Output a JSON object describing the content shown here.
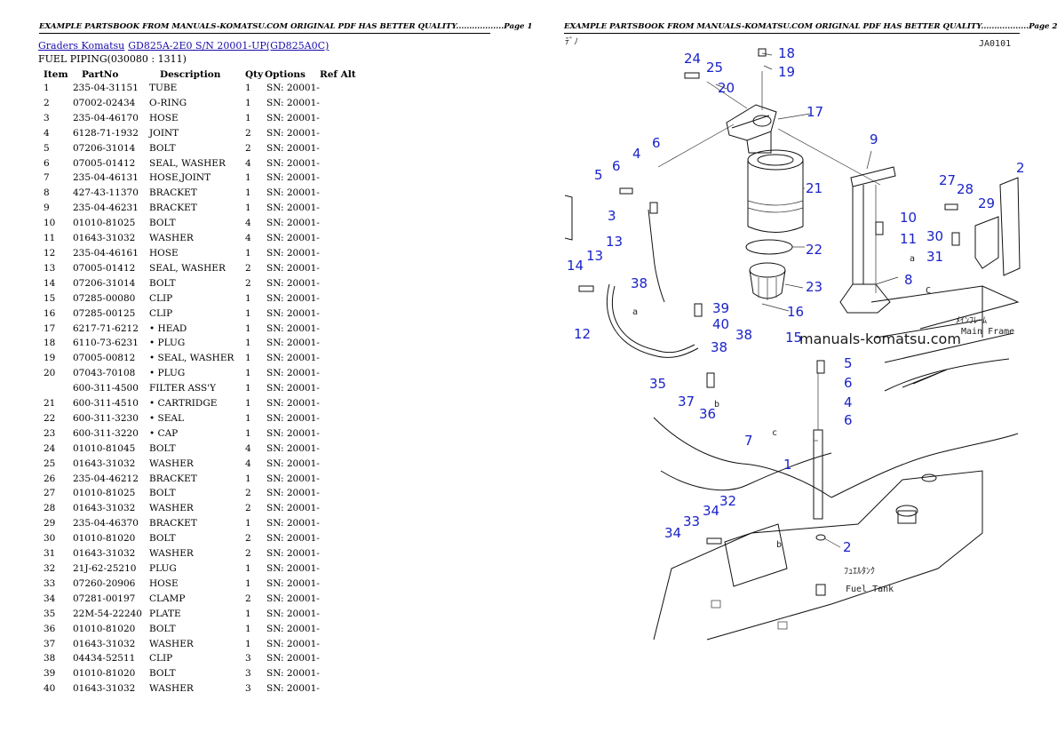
{
  "pages": [
    {
      "header": "EXAMPLE PARTSBOOK FROM MANUALS-KOMATSU.COM ORIGINAL PDF HAS BETTER QUALITY..................Page 1"
    },
    {
      "header": "EXAMPLE PARTSBOOK FROM MANUALS-KOMATSU.COM ORIGINAL PDF HAS BETTER QUALITY..................Page 2"
    }
  ],
  "breadcrumb": {
    "link1": "Graders Komatsu",
    "link2": "GD825A-2E0 S/N 20001-UP(GD825A0C)"
  },
  "section_title": "FUEL PIPING(030080 : 1311)",
  "table": {
    "headers": [
      "Item",
      "PartNo",
      "Description",
      "Qty",
      "Options",
      "Ref Alt"
    ],
    "rows": [
      [
        "1",
        "235-04-31151",
        "TUBE",
        "1",
        "SN: 20001-",
        ""
      ],
      [
        "2",
        "07002-02434",
        "O-RING",
        "1",
        "SN: 20001-",
        ""
      ],
      [
        "3",
        "235-04-46170",
        "HOSE",
        "1",
        "SN: 20001-",
        ""
      ],
      [
        "4",
        "6128-71-1932",
        "JOINT",
        "2",
        "SN: 20001-",
        ""
      ],
      [
        "5",
        "07206-31014",
        "BOLT",
        "2",
        "SN: 20001-",
        ""
      ],
      [
        "6",
        "07005-01412",
        "SEAL, WASHER",
        "4",
        "SN: 20001-",
        ""
      ],
      [
        "7",
        "235-04-46131",
        "HOSE,JOINT",
        "1",
        "SN: 20001-",
        ""
      ],
      [
        "8",
        "427-43-11370",
        "BRACKET",
        "1",
        "SN: 20001-",
        ""
      ],
      [
        "9",
        "235-04-46231",
        "BRACKET",
        "1",
        "SN: 20001-",
        ""
      ],
      [
        "10",
        "01010-81025",
        "BOLT",
        "4",
        "SN: 20001-",
        ""
      ],
      [
        "11",
        "01643-31032",
        "WASHER",
        "4",
        "SN: 20001-",
        ""
      ],
      [
        "12",
        "235-04-46161",
        "HOSE",
        "1",
        "SN: 20001-",
        ""
      ],
      [
        "13",
        "07005-01412",
        "SEAL, WASHER",
        "2",
        "SN: 20001-",
        ""
      ],
      [
        "14",
        "07206-31014",
        "BOLT",
        "2",
        "SN: 20001-",
        ""
      ],
      [
        "15",
        "07285-00080",
        "CLIP",
        "1",
        "SN: 20001-",
        ""
      ],
      [
        "16",
        "07285-00125",
        "CLIP",
        "1",
        "SN: 20001-",
        ""
      ],
      [
        "17",
        "6217-71-6212",
        "• HEAD",
        "1",
        "SN: 20001-",
        ""
      ],
      [
        "18",
        "6110-73-6231",
        "• PLUG",
        "1",
        "SN: 20001-",
        ""
      ],
      [
        "19",
        "07005-00812",
        "• SEAL, WASHER",
        "1",
        "SN: 20001-",
        ""
      ],
      [
        "20",
        "07043-70108",
        "• PLUG",
        "1",
        "SN: 20001-",
        ""
      ],
      [
        "",
        "600-311-4500",
        "FILTER ASS'Y",
        "1",
        "SN: 20001-",
        ""
      ],
      [
        "21",
        "600-311-4510",
        "• CARTRIDGE",
        "1",
        "SN: 20001-",
        ""
      ],
      [
        "22",
        "600-311-3230",
        "• SEAL",
        "1",
        "SN: 20001-",
        ""
      ],
      [
        "23",
        "600-311-3220",
        "• CAP",
        "1",
        "SN: 20001-",
        ""
      ],
      [
        "24",
        "01010-81045",
        "BOLT",
        "4",
        "SN: 20001-",
        ""
      ],
      [
        "25",
        "01643-31032",
        "WASHER",
        "4",
        "SN: 20001-",
        ""
      ],
      [
        "26",
        "235-04-46212",
        "BRACKET",
        "1",
        "SN: 20001-",
        ""
      ],
      [
        "27",
        "01010-81025",
        "BOLT",
        "2",
        "SN: 20001-",
        ""
      ],
      [
        "28",
        "01643-31032",
        "WASHER",
        "2",
        "SN: 20001-",
        ""
      ],
      [
        "29",
        "235-04-46370",
        "BRACKET",
        "1",
        "SN: 20001-",
        ""
      ],
      [
        "30",
        "01010-81020",
        "BOLT",
        "2",
        "SN: 20001-",
        ""
      ],
      [
        "31",
        "01643-31032",
        "WASHER",
        "2",
        "SN: 20001-",
        ""
      ],
      [
        "32",
        "21J-62-25210",
        "PLUG",
        "1",
        "SN: 20001-",
        ""
      ],
      [
        "33",
        "07260-20906",
        "HOSE",
        "1",
        "SN: 20001-",
        ""
      ],
      [
        "34",
        "07281-00197",
        "CLAMP",
        "2",
        "SN: 20001-",
        ""
      ],
      [
        "35",
        "22M-54-22240",
        "PLATE",
        "1",
        "SN: 20001-",
        ""
      ],
      [
        "36",
        "01010-81020",
        "BOLT",
        "1",
        "SN: 20001-",
        ""
      ],
      [
        "37",
        "01643-31032",
        "WASHER",
        "1",
        "SN: 20001-",
        ""
      ],
      [
        "38",
        "04434-52511",
        "CLIP",
        "3",
        "SN: 20001-",
        ""
      ],
      [
        "39",
        "01010-81020",
        "BOLT",
        "3",
        "SN: 20001-",
        ""
      ],
      [
        "40",
        "01643-31032",
        "WASHER",
        "3",
        "SN: 20001-",
        ""
      ]
    ]
  },
  "diagram": {
    "drawing_id": "JA0101",
    "corner_mark": "ﾃﾞﾉ",
    "watermark": "manuals-komatsu.com",
    "main_frame_jp": "ﾒｲﾝﾌﾚｰﾑ",
    "main_frame_en": "Main Frame",
    "fuel_tank_jp": "ﾌｭｴﾙﾀﾝｸ",
    "fuel_tank_en": "Fuel Tank",
    "callouts": [
      "1",
      "2",
      "3",
      "4",
      "5",
      "6",
      "7",
      "8",
      "9",
      "10",
      "11",
      "12",
      "13",
      "14",
      "15",
      "16",
      "17",
      "18",
      "19",
      "20",
      "21",
      "22",
      "23",
      "24",
      "25",
      "27",
      "28",
      "29",
      "30",
      "31",
      "32",
      "33",
      "34",
      "35",
      "36",
      "37",
      "38",
      "39",
      "40"
    ],
    "partial_callout": "2",
    "letters": [
      "a",
      "b",
      "c",
      "C"
    ],
    "accent_color": "#1a22c8"
  }
}
